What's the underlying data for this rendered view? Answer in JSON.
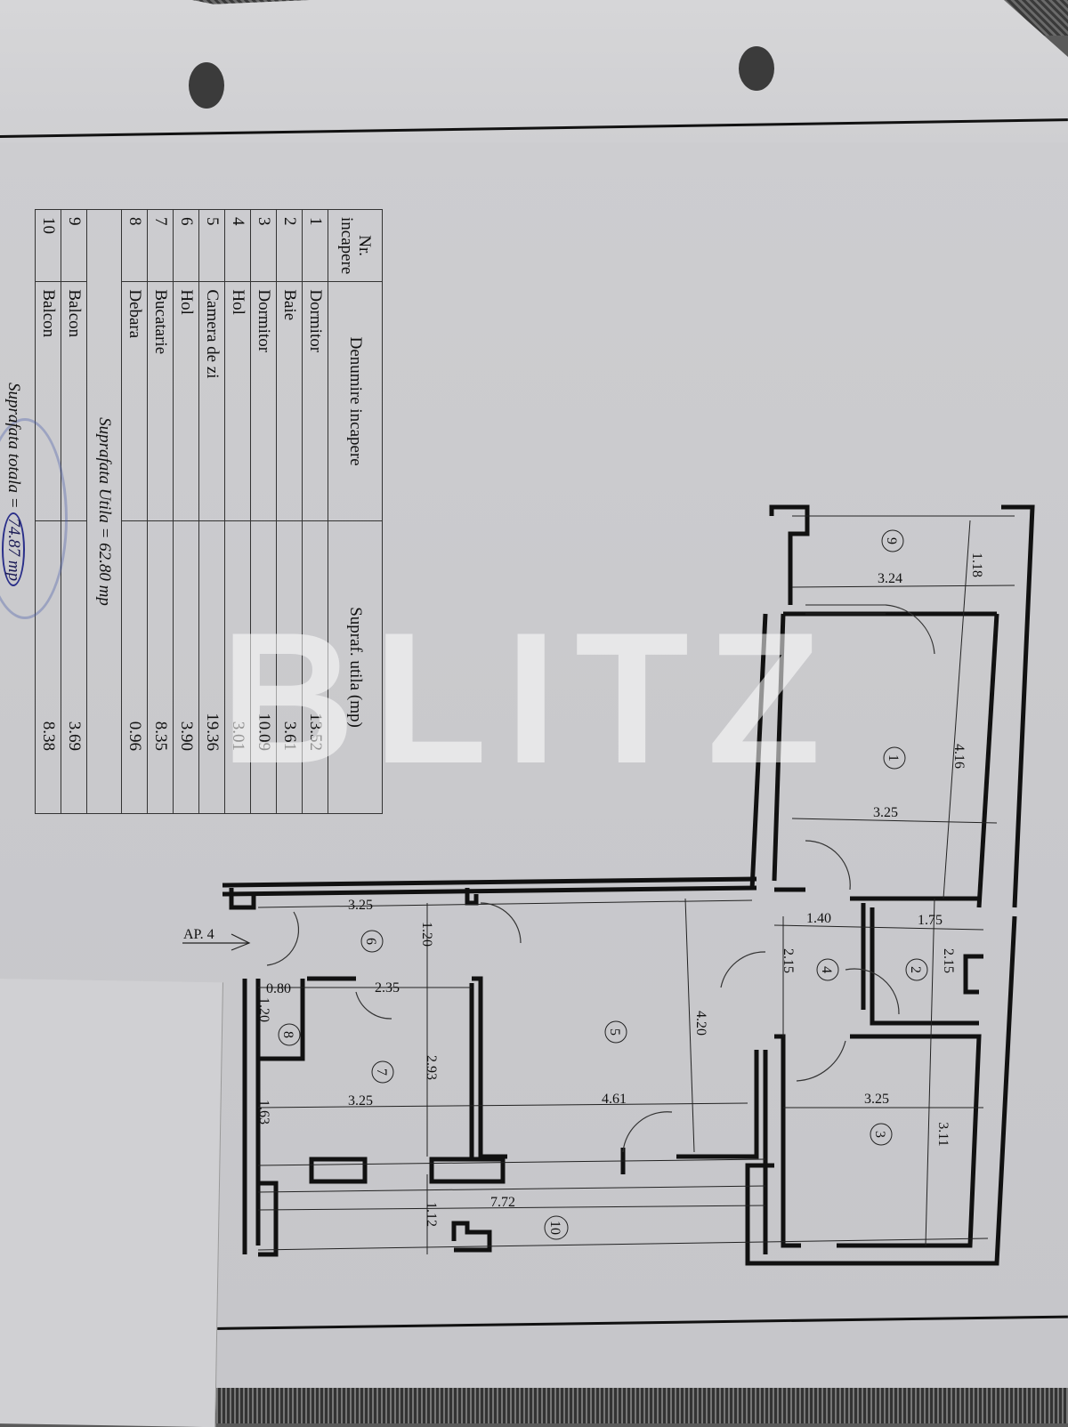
{
  "document": {
    "type": "Apartment floor plan (releveu)",
    "apartment_label": "AP. 4",
    "watermark": "BLITZ"
  },
  "table": {
    "headers": {
      "nr": "Nr. incapere",
      "name": "Denumire incapere",
      "area": "Supraf. utila (mp)"
    },
    "rows": [
      {
        "nr": "1",
        "name": "Dormitor",
        "area": "13.52"
      },
      {
        "nr": "2",
        "name": "Baie",
        "area": "3.61"
      },
      {
        "nr": "3",
        "name": "Dormitor",
        "area": "10.09"
      },
      {
        "nr": "4",
        "name": "Hol",
        "area": "3.01"
      },
      {
        "nr": "5",
        "name": "Camera de zi",
        "area": "19.36"
      },
      {
        "nr": "6",
        "name": "Hol",
        "area": "3.90"
      },
      {
        "nr": "7",
        "name": "Bucatarie",
        "area": "8.35"
      },
      {
        "nr": "8",
        "name": "Debara",
        "area": "0.96"
      }
    ],
    "useful_area": "Suprafata Utila  =  62.80 mp",
    "balconies": [
      {
        "nr": "9",
        "name": "Balcon",
        "area": "3.69"
      },
      {
        "nr": "10",
        "name": "Balcon",
        "area": "8.38"
      }
    ],
    "total_label": "Suprafata totala  = ",
    "total_value": "74.87 mp"
  },
  "plan": {
    "rooms": [
      {
        "id": "1",
        "dims": [
          "3.25",
          "4.16"
        ]
      },
      {
        "id": "2",
        "dims": [
          "1.75",
          "2.15"
        ]
      },
      {
        "id": "3",
        "dims": [
          "3.25",
          "3.11"
        ]
      },
      {
        "id": "4",
        "dims": [
          "1.40",
          "2.15"
        ]
      },
      {
        "id": "5",
        "dims": [
          "4.61",
          "4.20"
        ]
      },
      {
        "id": "6",
        "dims": [
          "3.25",
          "1.20"
        ]
      },
      {
        "id": "7",
        "dims": [
          "3.25",
          "2.93",
          "2.35",
          "1.63"
        ]
      },
      {
        "id": "8",
        "dims": [
          "0.80",
          "1.20"
        ]
      },
      {
        "id": "9",
        "dims": [
          "3.24",
          "1.18"
        ]
      },
      {
        "id": "10",
        "dims": [
          "7.72",
          "1.12"
        ]
      }
    ]
  }
}
